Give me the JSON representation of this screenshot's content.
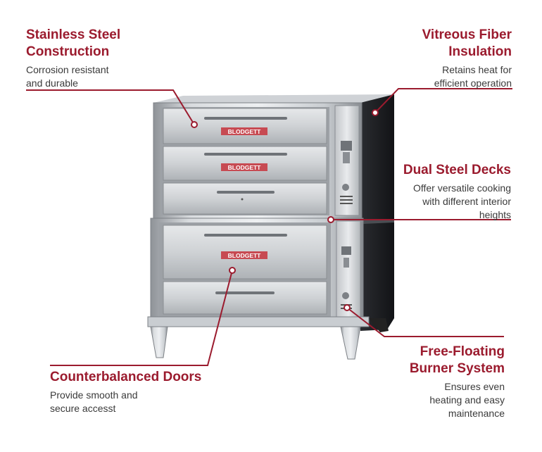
{
  "brand": "BLODGETT",
  "colors": {
    "accent": "#9b1b2e",
    "body_text": "#3a3a3a"
  },
  "callouts": {
    "stainless": {
      "title_line1": "Stainless Steel",
      "title_line2": "Construction",
      "desc_line1": "Corrosion resistant",
      "desc_line2": "and durable"
    },
    "insulation": {
      "title_line1": "Vitreous Fiber",
      "title_line2": "Insulation",
      "desc_line1": "Retains heat for",
      "desc_line2": "efficient operation"
    },
    "decks": {
      "title_line1": "Dual Steel Decks",
      "desc_line1": "Offer versatile cooking",
      "desc_line2": "with different interior",
      "desc_line3": "heights"
    },
    "doors": {
      "title_line1": "Counterbalanced Doors",
      "desc_line1": "Provide smooth and",
      "desc_line2": "secure accesst"
    },
    "burner": {
      "title_line1": "Free-Floating",
      "title_line2": "Burner System",
      "desc_line1": "Ensures even",
      "desc_line2": "heating and easy",
      "desc_line3": "maintenance"
    }
  }
}
